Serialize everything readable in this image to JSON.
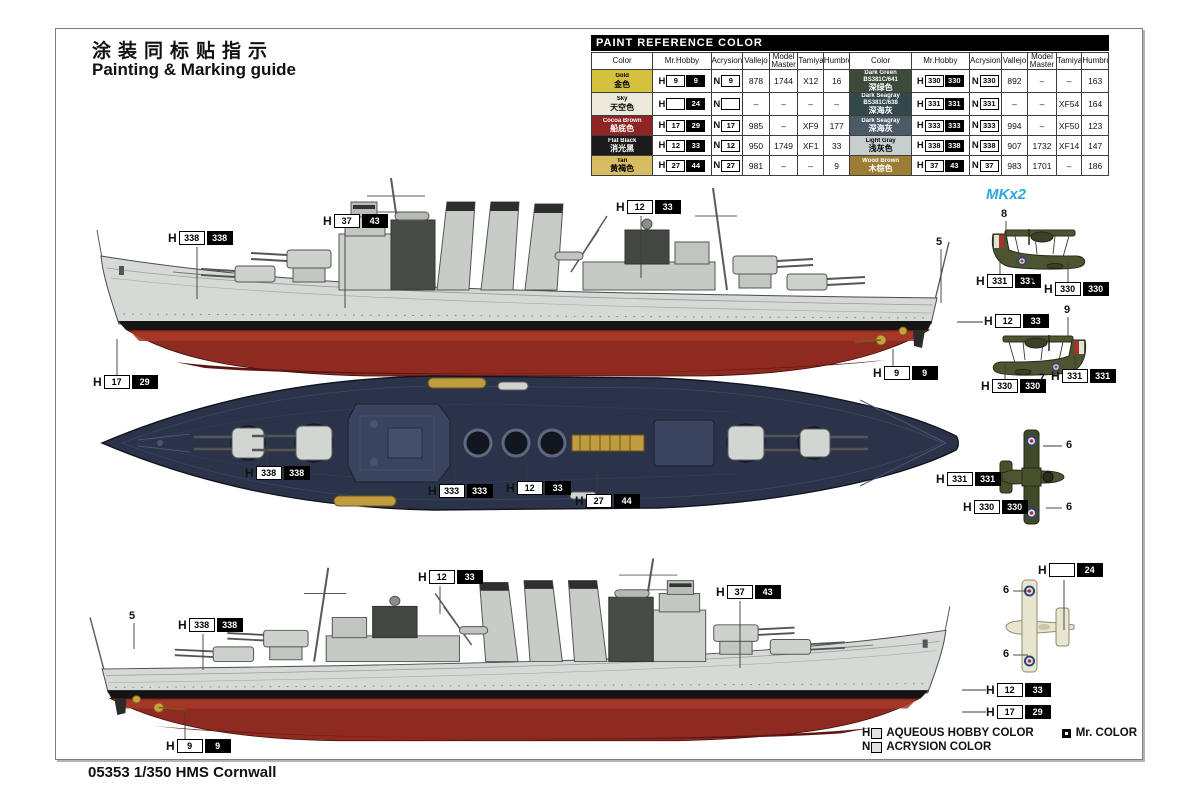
{
  "page": {
    "title_cn": "涂装同标贴指示",
    "title_en": "Painting & Marking guide",
    "footer": "05353 1/350 HMS Cornwall"
  },
  "legend": {
    "h_prefix": "H",
    "n_prefix": "N",
    "aqueous": "AQUEOUS HOBBY COLOR",
    "acrysion": "ACRYSION COLOR",
    "mr_color": "Mr. COLOR"
  },
  "aircraft": {
    "label": "MKx2",
    "accent": "#2aa8e0"
  },
  "part_numbers": {
    "n5": "5",
    "n6": "6",
    "n7": "7",
    "n8": "8",
    "n9": "9"
  },
  "paint_codes": {
    "gold": {
      "h": "9",
      "c": "9",
      "n": "9"
    },
    "sky": {
      "h": "",
      "c": "24",
      "n": ""
    },
    "cocoa": {
      "h": "17",
      "c": "29",
      "n": "17"
    },
    "black": {
      "h": "12",
      "c": "33",
      "n": "12"
    },
    "tan": {
      "h": "27",
      "c": "44",
      "n": "27"
    },
    "dgreen": {
      "h": "330",
      "c": "330",
      "n": "330"
    },
    "dseagray1": {
      "h": "331",
      "c": "331",
      "n": "331"
    },
    "dseagray2": {
      "h": "333",
      "c": "333",
      "n": "333"
    },
    "lgray": {
      "h": "338",
      "c": "338",
      "n": "338"
    },
    "wood": {
      "h": "37",
      "c": "43",
      "n": "37"
    }
  },
  "paint_table": {
    "title": "PAINT  REFERENCE COLOR",
    "headers": [
      "Color",
      "Mr.Hobby",
      "Acrysion",
      "Vallejo",
      "Model Master",
      "Tamiya",
      "Humbrol"
    ],
    "rows_left": [
      {
        "name_en": "Gold",
        "name_cn": "金色",
        "swatch": "#d4c23f",
        "text_color": "#000000",
        "h": "9",
        "c": "9",
        "n": "9",
        "vallejo": "878",
        "mm": "1744",
        "tamiya": "X12",
        "humbrol": "16"
      },
      {
        "name_en": "Sky",
        "name_cn": "天空色",
        "swatch": "#eceadb",
        "text_color": "#000000",
        "h": "",
        "c": "24",
        "n": "",
        "vallejo": "–",
        "mm": "–",
        "tamiya": "–",
        "humbrol": "–"
      },
      {
        "name_en": "Cocoa Brown",
        "name_cn": "船底色",
        "swatch": "#8e2424",
        "text_color": "#ffffff",
        "h": "17",
        "c": "29",
        "n": "17",
        "vallejo": "985",
        "mm": "–",
        "tamiya": "XF9",
        "humbrol": "177"
      },
      {
        "name_en": "Flat Black",
        "name_cn": "消光黑",
        "swatch": "#1a1a1a",
        "text_color": "#ffffff",
        "h": "12",
        "c": "33",
        "n": "12",
        "vallejo": "950",
        "mm": "1749",
        "tamiya": "XF1",
        "humbrol": "33"
      },
      {
        "name_en": "Tan",
        "name_cn": "黄褐色",
        "swatch": "#d8bc64",
        "text_color": "#000000",
        "h": "27",
        "c": "44",
        "n": "27",
        "vallejo": "981",
        "mm": "–",
        "tamiya": "–",
        "humbrol": "9"
      }
    ],
    "rows_right": [
      {
        "name_en": "Dark Green BS381C/641",
        "name_cn": "深绿色",
        "swatch": "#3e4a39",
        "text_color": "#ffffff",
        "h": "330",
        "c": "330",
        "n": "330",
        "vallejo": "892",
        "mm": "–",
        "tamiya": "–",
        "humbrol": "163"
      },
      {
        "name_en": "Dark Seagray BS381C/638",
        "name_cn": "深海灰",
        "swatch": "#32494c",
        "text_color": "#ffffff",
        "h": "331",
        "c": "331",
        "n": "331",
        "vallejo": "–",
        "mm": "–",
        "tamiya": "XF54",
        "humbrol": "164"
      },
      {
        "name_en": "Dark Seagray",
        "name_cn": "深海灰",
        "swatch": "#4c5a68",
        "text_color": "#ffffff",
        "h": "333",
        "c": "333",
        "n": "333",
        "vallejo": "994",
        "mm": "–",
        "tamiya": "XF50",
        "humbrol": "123"
      },
      {
        "name_en": "Light Gray",
        "name_cn": "浅灰色",
        "swatch": "#c6cfcd",
        "text_color": "#000000",
        "h": "338",
        "c": "338",
        "n": "338",
        "vallejo": "907",
        "mm": "1732",
        "tamiya": "XF14",
        "humbrol": "147"
      },
      {
        "name_en": "Wood Brown",
        "name_cn": "木棕色",
        "swatch": "#9d7c35",
        "text_color": "#ffffff",
        "h": "37",
        "c": "43",
        "n": "37",
        "vallejo": "983",
        "mm": "1701",
        "tamiya": "–",
        "humbrol": "186"
      }
    ]
  }
}
